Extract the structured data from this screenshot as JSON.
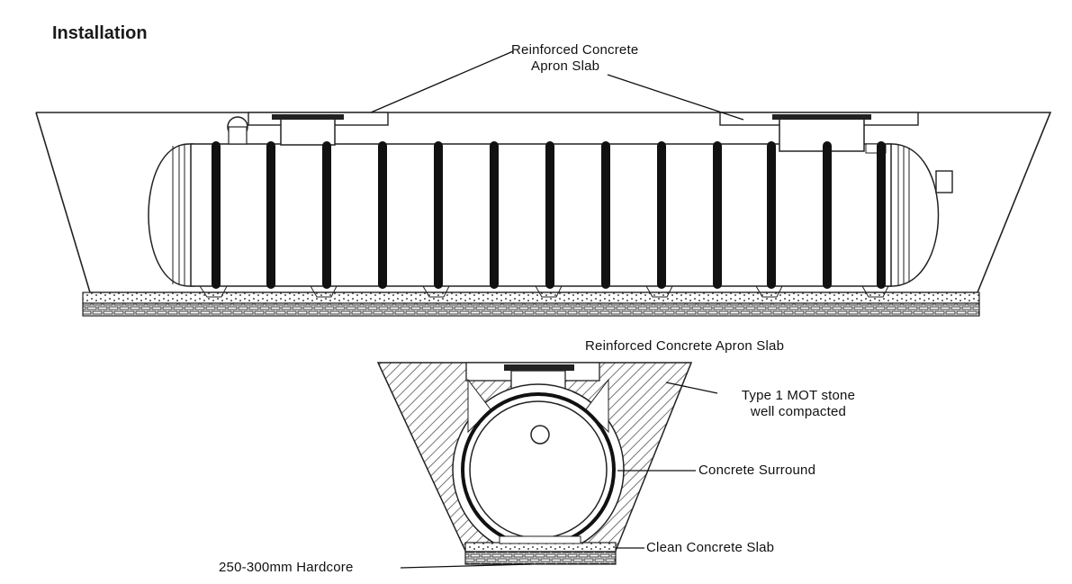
{
  "title": "Installation",
  "labels": {
    "apron_top_line1": "Reinforced Concrete",
    "apron_top_line2": "Apron Slab",
    "apron_section": "Reinforced Concrete Apron Slab",
    "stone_line1": "Type 1 MOT stone",
    "stone_line2": "well compacted",
    "surround": "Concrete Surround",
    "slab": "Clean Concrete Slab",
    "hardcore": "250-300mm Hardcore"
  },
  "colors": {
    "line": "#111111",
    "hatch": "#555555",
    "ribs": "#111111"
  }
}
